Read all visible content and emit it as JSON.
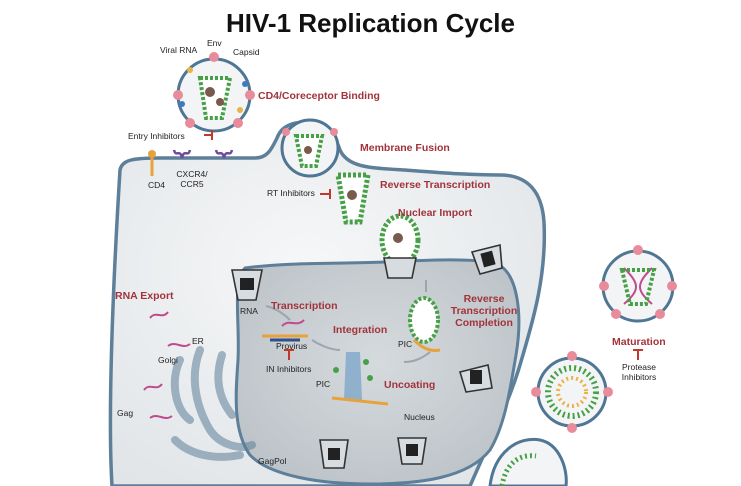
{
  "title": "HIV-1 Replication Cycle",
  "steps": {
    "binding": "CD4/Coreceptor Binding",
    "fusion": "Membrane Fusion",
    "reverse_transcription": "Reverse Transcription",
    "nuclear_import": "Nuclear Import",
    "rt_completion": [
      "Reverse",
      "Transcription",
      "Completion"
    ],
    "uncoating": "Uncoating",
    "integration": "Integration",
    "transcription": "Transcription",
    "rna_export": "RNA Export",
    "maturation": "Maturation"
  },
  "labels": {
    "viral_rna": "Viral RNA",
    "env": "Env",
    "capsid": "Capsid",
    "entry_inhibitors": "Entry Inhibitors",
    "cd4": "CD4",
    "coreceptors": [
      "CXCR4/",
      "CCR5"
    ],
    "rt_inhibitors": "RT Inhibitors",
    "rna": "RNA",
    "provirus": "Provirus",
    "in_inhibitors": "IN Inhibitors",
    "pic_1": "PIC",
    "pic_2": "PIC",
    "er": "ER",
    "golgi": "Golgi",
    "nucleus": "Nucleus",
    "gag": "Gag",
    "gagpol": "GagPol",
    "protease_inhibitors": [
      "Protease",
      "Inhibitors"
    ]
  },
  "colors": {
    "step_label": "#a2333b",
    "cytoplasm": "#eceff1",
    "membrane": "#5d7f99",
    "nucleus": "#c7cdd1",
    "capsid": "#46a046",
    "inhibitor": "#c0392b",
    "env": "#e88b9a"
  }
}
